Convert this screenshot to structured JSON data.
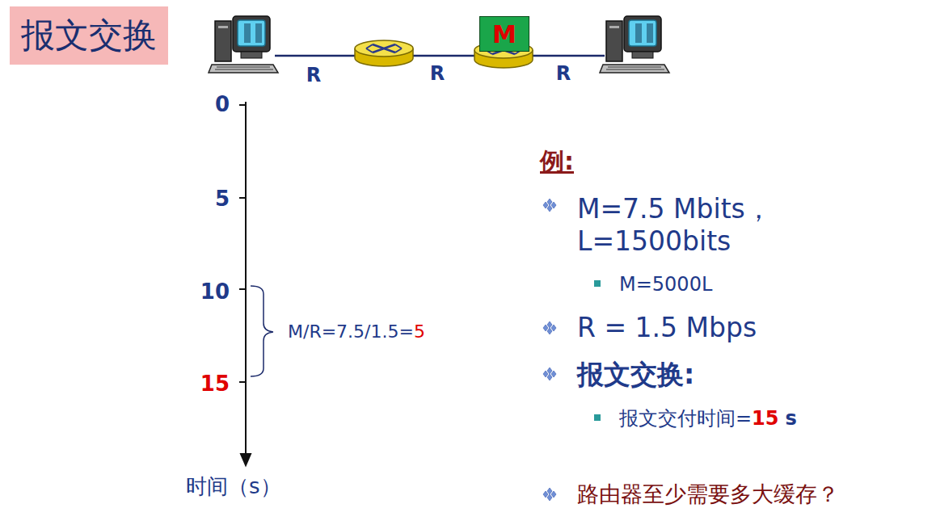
{
  "diagram": {
    "title": "报文交换",
    "nodes": [
      {
        "text": [
          "M"
        ]
      }
    ],
    "labels": [
      "R",
      "R",
      "R",
      "0",
      "5",
      "10",
      "15",
      "M/R=7.5/1.5=",
      "5",
      "时间（s）",
      "例:",
      "M=7.5 Mbits， L=1500bits",
      "M=5000L",
      "R = 1.5 Mbps",
      "报文交换:",
      "报文交付时间=",
      "15",
      "s",
      "路由器至少需要多大缓存？"
    ]
  }
}
